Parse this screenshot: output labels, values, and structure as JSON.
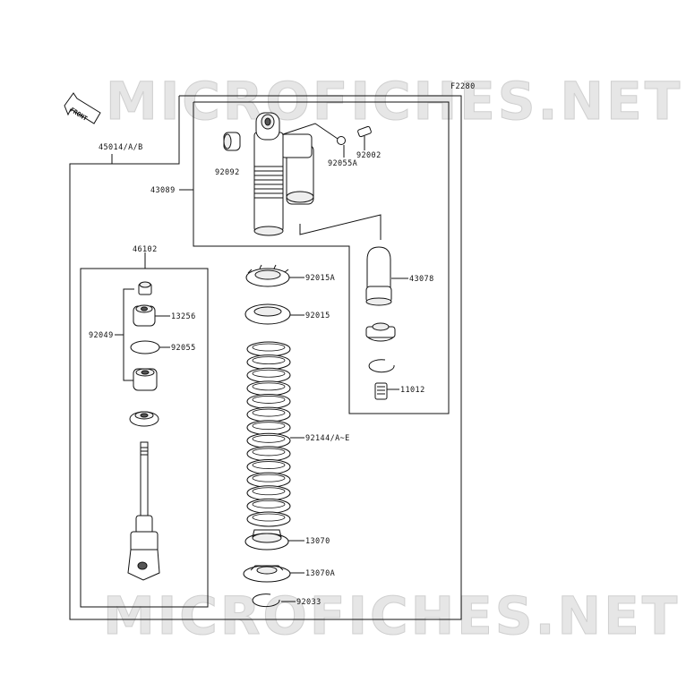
{
  "figure_code": "F2280",
  "front_label": "FRONT",
  "watermark": "MICROFICHES.NET",
  "assembly_labels": {
    "main": "45014/A/B",
    "body": "43089",
    "rod_assy": "46102",
    "bolt_group": "92049"
  },
  "part_labels": [
    {
      "id": "p92092",
      "text": "92092"
    },
    {
      "id": "p92055A",
      "text": "92055A"
    },
    {
      "id": "p92002",
      "text": "92002"
    },
    {
      "id": "p92015A",
      "text": "92015A"
    },
    {
      "id": "p92015",
      "text": "92015"
    },
    {
      "id": "p43078",
      "text": "43078"
    },
    {
      "id": "p13256",
      "text": "13256"
    },
    {
      "id": "p92055",
      "text": "92055"
    },
    {
      "id": "p11012",
      "text": "11012"
    },
    {
      "id": "p92144",
      "text": "92144/A~E"
    },
    {
      "id": "p13070",
      "text": "13070"
    },
    {
      "id": "p13070A",
      "text": "13070A"
    },
    {
      "id": "p92033",
      "text": "92033"
    }
  ]
}
